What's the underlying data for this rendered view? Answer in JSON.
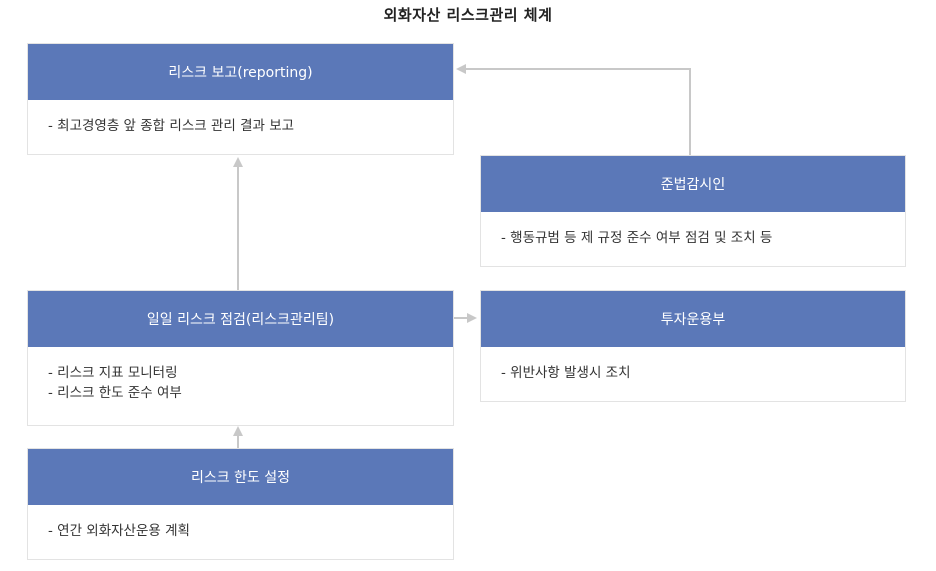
{
  "title": "외화자산 리스크관리 체계",
  "boxes": {
    "reporting": {
      "header": "리스크 보고(reporting)",
      "lines": [
        "- 최고경영층 앞 종합 리스크 관리 결과 보고"
      ]
    },
    "compliance": {
      "header": "준법감시인",
      "lines": [
        "- 행동규범 등 제 규정 준수 여부 점검 및 조치 등"
      ]
    },
    "daily_check": {
      "header": "일일 리스크 점검(리스크관리팀)",
      "lines": [
        "- 리스크 지표 모니터링",
        "- 리스크 한도 준수 여부"
      ]
    },
    "investment": {
      "header": "투자운용부",
      "lines": [
        "- 위반사항 발생시 조치"
      ]
    },
    "limit_setting": {
      "header": "리스크 한도 설정",
      "lines": [
        "- 연간 외화자산운용 계획"
      ]
    }
  },
  "colors": {
    "header": "#5b78b8",
    "connector": "#c8c8c8",
    "border": "#e3e3e3"
  }
}
